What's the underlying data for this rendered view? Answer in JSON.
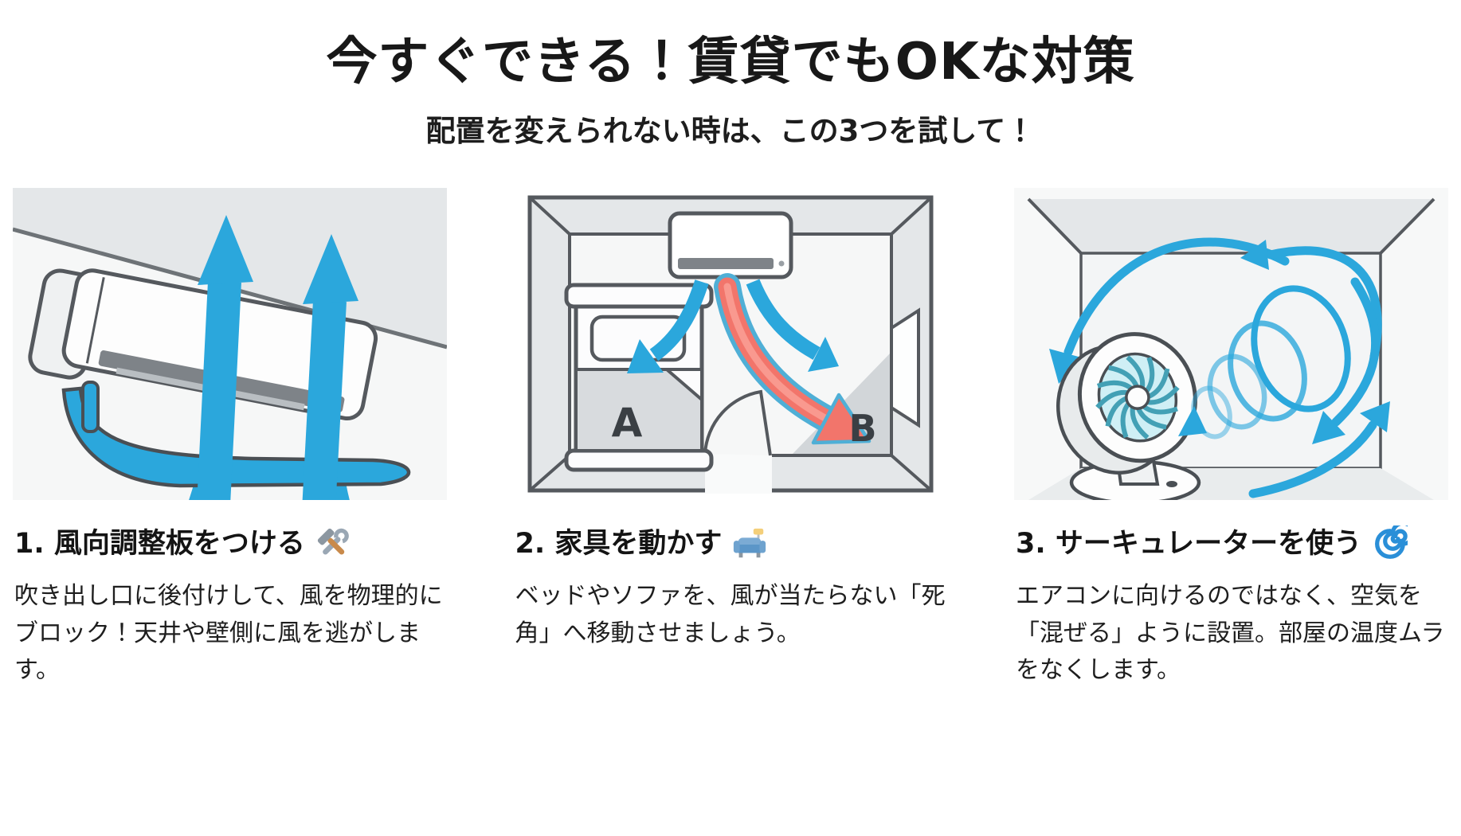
{
  "header": {
    "title": "今すぐできる！賃貸でもOKな対策",
    "subtitle": "配置を変えられない時は、この3つを試して！"
  },
  "colors": {
    "arrow_blue": "#2BA7DC",
    "arrow_red_fill": "#F2756B",
    "arrow_red_highlight": "#F9998F",
    "arrow_red_outline": "#4FAFD6",
    "wall_gray": "#E4E7E9",
    "outline_dark": "#55595E",
    "fan_blade_teal": "#43A0B5"
  },
  "tips": [
    {
      "heading": "1. 風向調整板をつける",
      "emoji_icon": "hammer-and-wrench-icon",
      "body": "吹き出し口に後付けして、風を物理的にブロック！天井や壁側に風を逃がします。",
      "illustration": "air-conditioner-with-wind-deflector"
    },
    {
      "heading": "2. 家具を動かす",
      "emoji_icon": "couch-and-lamp-icon",
      "body": "ベッドやソファを、風が当たらない「死角」へ移動させましょう。",
      "illustration": "room-floor-plan-move-bed-from-A-to-B",
      "labels": {
        "bed": "A",
        "corner": "B"
      }
    },
    {
      "heading": "3. サーキュレーターを使う",
      "emoji_icon": "cyclone-icon",
      "body": "エアコンに向けるのではなく、空気を「混ぜる」ように設置。部屋の温度ムラをなくします。",
      "illustration": "circulator-fan-mixing-room-air"
    }
  ]
}
